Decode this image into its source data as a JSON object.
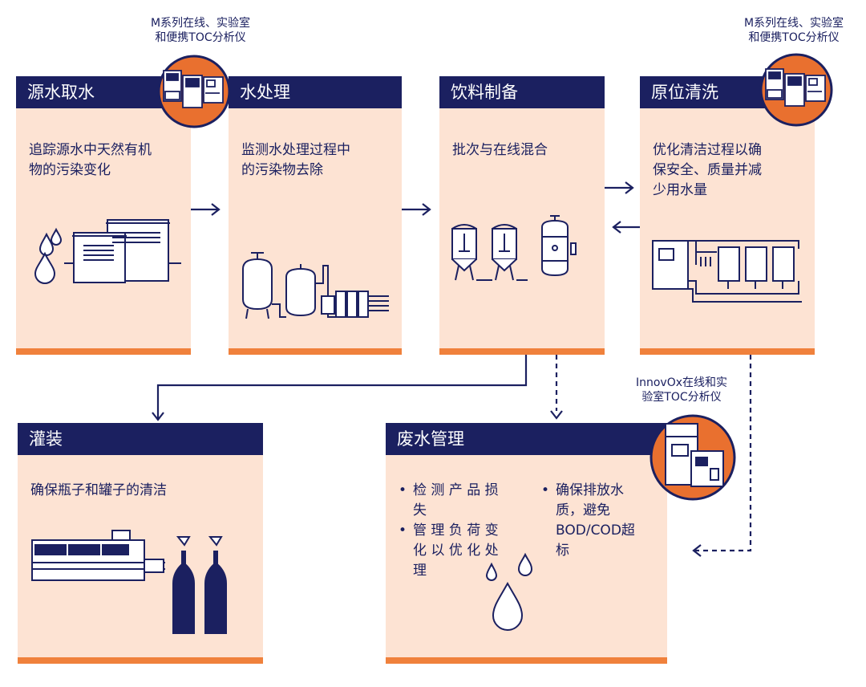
{
  "notes": {
    "m_series_left": [
      "M系列在线、实验室",
      "和便携TOC分析仪"
    ],
    "m_series_right": [
      "M系列在线、实验室",
      "和便携TOC分析仪"
    ],
    "innovox": [
      "InnovOx在线和实",
      "验室TOC分析仪"
    ]
  },
  "cards": {
    "source": {
      "title": "源水取水",
      "text": [
        "追踪源水中天然有机",
        "物的污染变化"
      ]
    },
    "treatment": {
      "title": "水处理",
      "text": [
        "监测水处理过程中",
        "的污染物去除"
      ]
    },
    "beverage": {
      "title": "饮料制备",
      "text": [
        "批次与在线混合"
      ]
    },
    "cip": {
      "title": "原位清洗",
      "text": [
        "优化清洁过程以确",
        "保安全、质量并减",
        "少用水量"
      ]
    },
    "filling": {
      "title": "灌装",
      "text": [
        "确保瓶子和罐子的清洁"
      ]
    },
    "wastewater": {
      "title": "废水管理",
      "col1": [
        [
          "检 测 产 品 损",
          "失"
        ],
        [
          "管 理 负 荷 变",
          "化 以 优 化 处",
          "理"
        ]
      ],
      "col2": [
        [
          "确保排放水",
          "质，避免",
          "BOD/COD超",
          "标"
        ]
      ]
    }
  },
  "colors": {
    "navy": "#1b2060",
    "card_bg": "#fde3d3",
    "accent_orange": "#f0813c",
    "badge_orange": "#e9702f"
  }
}
